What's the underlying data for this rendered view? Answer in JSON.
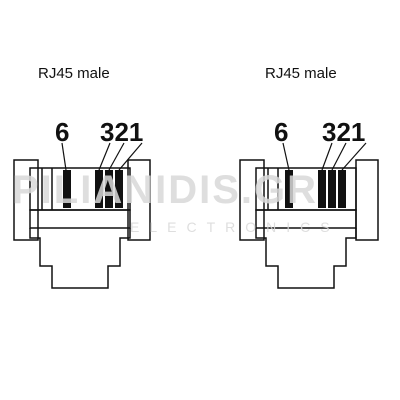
{
  "connectors": [
    {
      "title": "RJ45 male",
      "labels": {
        "pin6": "6",
        "pins321": "321"
      }
    },
    {
      "title": "RJ45 male",
      "labels": {
        "pin6": "6",
        "pins321": "321"
      }
    }
  ],
  "watermark": {
    "brand": "PILIANIDIS.GR",
    "sub": "ELECTRONICS"
  },
  "colors": {
    "stroke": "#111111",
    "contact": "#111111",
    "watermark": "#d9d9d9"
  }
}
